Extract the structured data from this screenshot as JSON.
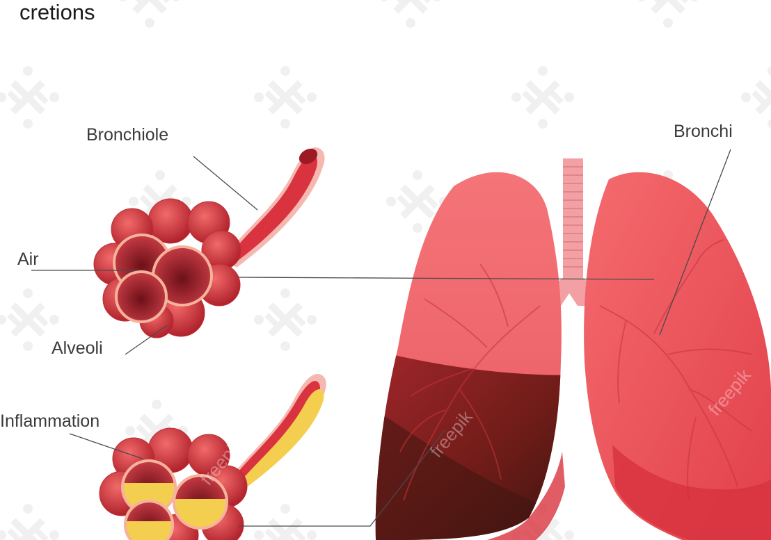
{
  "heading": "cretions",
  "labels": {
    "bronchiole": "Bronchiole",
    "air": "Air",
    "alveoli": "Alveoli",
    "inflammation": "Inflammation",
    "bronchi": "Bronchi"
  },
  "colors": {
    "tissue": "#e8454f",
    "tissue_dark": "#b81f2c",
    "outline": "#f4a79a",
    "fluid": "#f4cf4f",
    "lung": "#f05560",
    "lung_shadow": "#c42c38",
    "fluid_dark": "#5a1a16",
    "trachea": "#f2a0a4",
    "leader": "#4a4a4a",
    "watermark": "#ececec"
  }
}
